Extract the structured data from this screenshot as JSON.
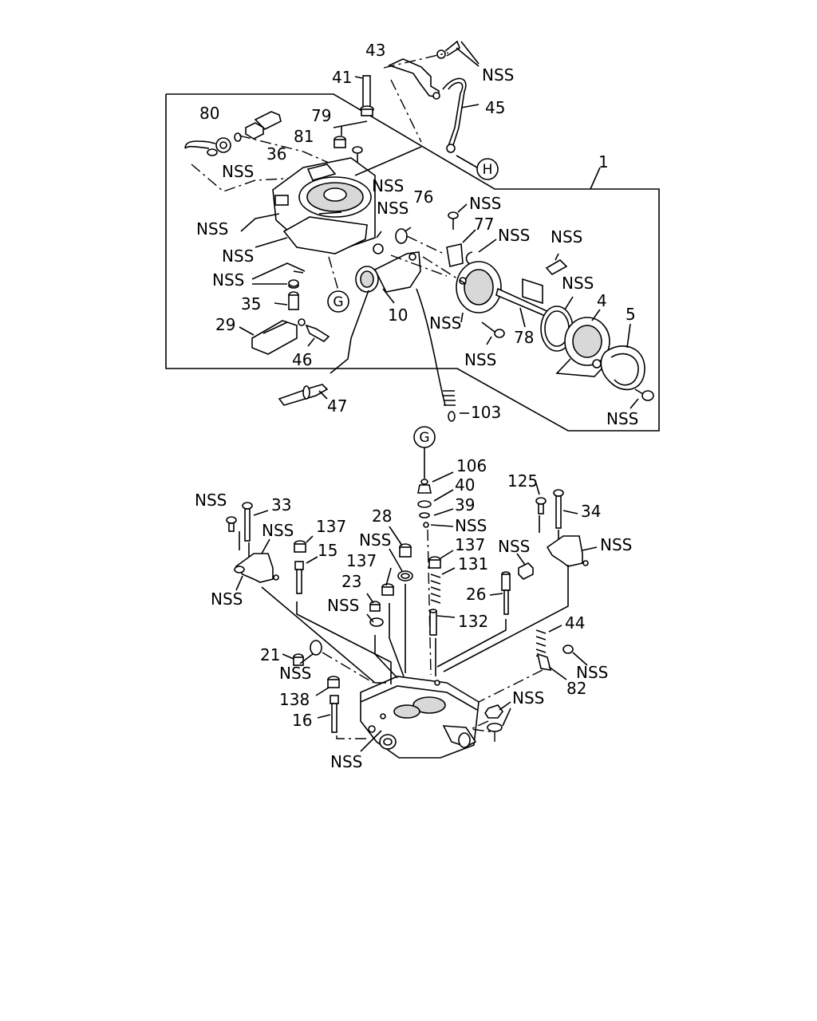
{
  "callouts": {
    "c1": "1",
    "c4": "4",
    "c5": "5",
    "c10": "10",
    "c15": "15",
    "c16": "16",
    "c21": "21",
    "c23": "23",
    "c26": "26",
    "c28": "28",
    "c29": "29",
    "c33": "33",
    "c34": "34",
    "c35": "35",
    "c36": "36",
    "c39": "39",
    "c40": "40",
    "c41": "41",
    "c43": "43",
    "c44": "44",
    "c45": "45",
    "c46": "46",
    "c47": "47",
    "c76": "76",
    "c77": "77",
    "c78": "78",
    "c79": "79",
    "c80": "80",
    "c81": "81",
    "c82": "82",
    "c103": "103",
    "c106": "106",
    "c125": "125",
    "c131": "131",
    "c132": "132",
    "c137a": "137",
    "c137b": "137",
    "c137c": "137",
    "c138": "138",
    "nss": "NSS",
    "ref_h": "H",
    "ref_g": "G"
  }
}
